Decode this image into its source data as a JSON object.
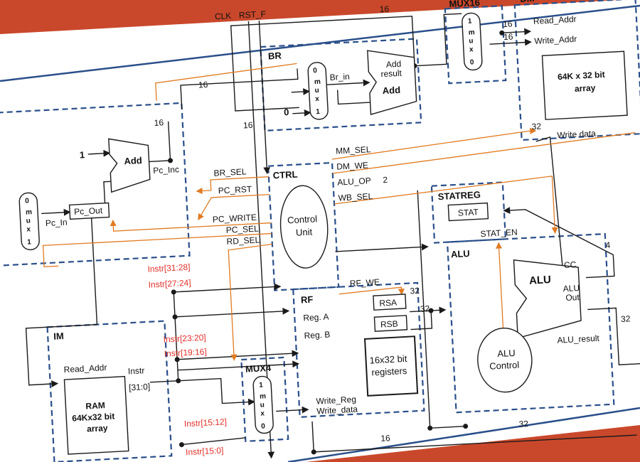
{
  "blocks": {
    "br": {
      "title": "BR",
      "add": "Add",
      "add_result_1": "Add",
      "add_result_2": "result",
      "br_in": "Br_in",
      "in0": "0"
    },
    "mux16": {
      "title": "MUX16"
    },
    "dm": {
      "title": "DM",
      "read_addr": "Read_Addr",
      "write_addr": "Write_Addr",
      "array_1": "64K x 32 bit",
      "array_2": "array",
      "write_data": "Write data"
    },
    "pc": {
      "add": "Add",
      "pc_inc": "Pc_Inc",
      "pc_out": "Pc_Out",
      "pc_in": "Pc_In",
      "const1": "1"
    },
    "ctrl": {
      "title": "CTRL",
      "unit_1": "Control",
      "unit_2": "Unit"
    },
    "statreg": {
      "title": "STATREG",
      "stat": "STAT",
      "stat_en": "STAT_EN"
    },
    "alu": {
      "title": "ALU",
      "name": "ALU",
      "cc": "CC",
      "alu_out_1": "ALU",
      "alu_out_2": "Out",
      "alu_result": "ALU_result",
      "control_1": "ALU",
      "control_2": "Control"
    },
    "rf": {
      "title": "RF",
      "rsa": "RSA",
      "rsb": "RSB",
      "reg_a": "Reg. A",
      "reg_b": "Reg. B",
      "write_reg": "Write_Reg",
      "write_data": "Write_data",
      "regs_1": "16x32 bit",
      "regs_2": "registers"
    },
    "im": {
      "title": "IM",
      "read_addr": "Read_Addr",
      "instr": "Instr",
      "bits": "[31:0]",
      "ram_1": "RAM",
      "ram_2": "64Kx32 bit",
      "ram_3": "array"
    },
    "mux4": {
      "title": "MUX4"
    }
  },
  "mux_glyphs": {
    "m0": "m",
    "m1": "u",
    "m2": "x"
  },
  "mux_pins": {
    "zero": "0",
    "one": "1"
  },
  "signals": {
    "clk": "CLK",
    "rst_f": "RST_F",
    "br_sel": "BR_SEL",
    "pc_rst": "PC_RST",
    "pc_write": "PC_WRITE",
    "pc_sel": "PC_SEL",
    "rd_sel": "RD_SEL",
    "mm_sel": "MM_SEL",
    "dm_we": "DM_WE",
    "alu_op": "ALU_OP",
    "wb_sel": "WB_SEL",
    "rf_we": "RF_WE"
  },
  "widths": {
    "w16": "16",
    "w32": "32",
    "w2": "2",
    "w4": "4"
  },
  "instr_fields": {
    "f1": "Instr[31:28]",
    "f2": "Instr[27:24]",
    "f3": "Instr[23:20]",
    "f4": "Instr[19:16]",
    "f5": "Instr[15:12]",
    "f6": "Instr[15:0]"
  },
  "colors": {
    "background": "#c9482b",
    "paper": "#ffffff",
    "dashed_border": "#2a4f8a",
    "control_signal": "#e07b22",
    "field_label": "#e0302a"
  }
}
